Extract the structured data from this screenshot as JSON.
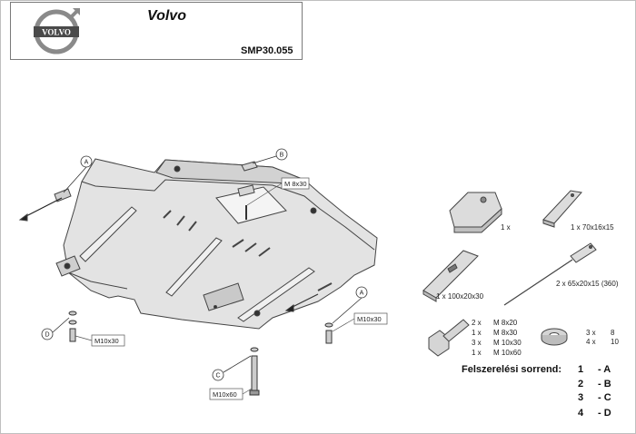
{
  "header": {
    "brand": "Volvo",
    "logo_text": "VOLVO",
    "part_code": "SMP30.055"
  },
  "callouts": {
    "a_left": "A",
    "b": "B",
    "a_right": "A",
    "c": "C",
    "d": "D"
  },
  "bolt_labels": {
    "m8x30": "M 8x30",
    "m10x30_right": "M10x30",
    "m10x30_left": "M10x30",
    "m10x60": "M10x60"
  },
  "parts": {
    "bracket_qty": "1 x",
    "plate_small": "1  x  70x16x15",
    "plate_medium": "1  x  100x20x30",
    "rod": "2  x  65x20x15  (360)",
    "bolt_lines": [
      {
        "qty": "2  x",
        "spec": "M  8x20"
      },
      {
        "qty": "1  x",
        "spec": "M  8x30"
      },
      {
        "qty": "3  x",
        "spec": "M  10x30"
      },
      {
        "qty": "1  x",
        "spec": "M  10x60"
      }
    ],
    "washer_lines": [
      {
        "qty": "3  x",
        "spec": "8"
      },
      {
        "qty": "4  x",
        "spec": "10"
      }
    ]
  },
  "assembly_order": {
    "title": "Felszerelési sorrend:",
    "steps": [
      {
        "num": "1",
        "letter": "- A"
      },
      {
        "num": "2",
        "letter": "- B"
      },
      {
        "num": "3",
        "letter": "- C"
      },
      {
        "num": "4",
        "letter": "- D"
      }
    ]
  },
  "colors": {
    "plate_fill": "#e3e3e3",
    "line": "#444444"
  }
}
